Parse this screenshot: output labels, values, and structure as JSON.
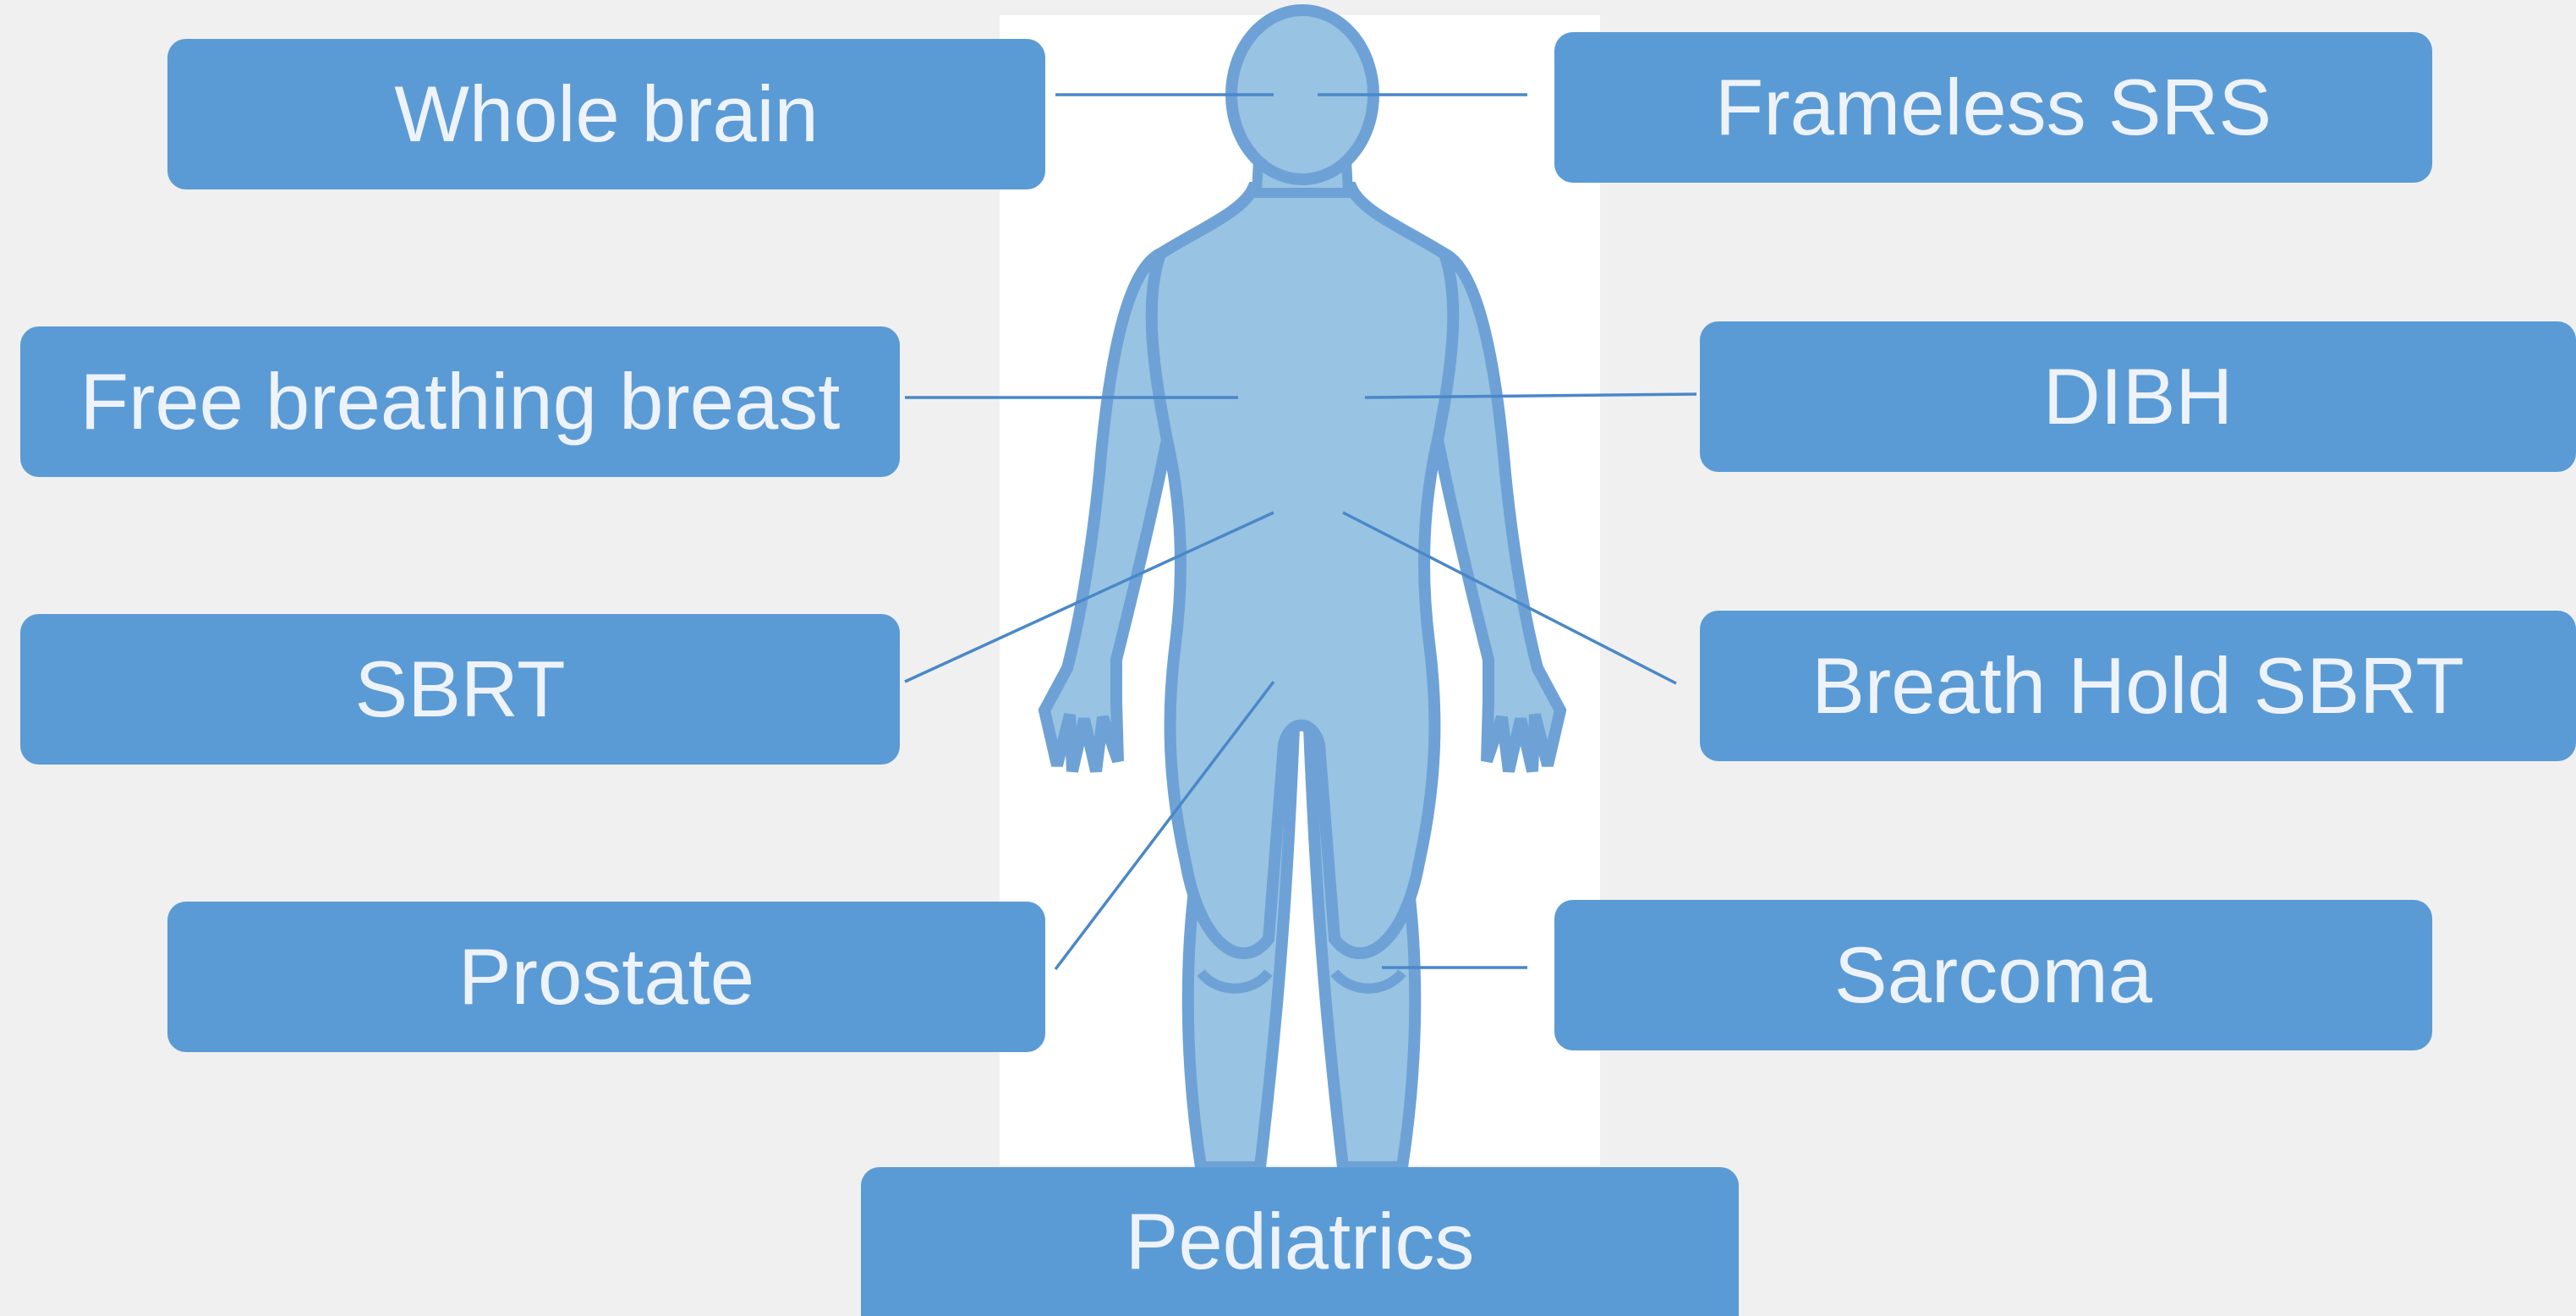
{
  "colors": {
    "background": "#f0f0f0",
    "box_fill": "#5b9bd5",
    "box_text": "#eef3fb",
    "body_fill": "#98c3e3",
    "body_outline": "#6ea2d6",
    "connector": "#4a88c8"
  },
  "figure": {
    "icon": "human-body-figure"
  },
  "labels": {
    "whole_brain": "Whole brain",
    "frameless_srs": "Frameless SRS",
    "free_breathing_breast": "Free breathing breast",
    "dibh": "DIBH",
    "sbrt": "SBRT",
    "breath_hold_sbrt": "Breath Hold SBRT",
    "prostate": "Prostate",
    "sarcoma": "Sarcoma",
    "pediatrics": "Pediatrics"
  }
}
